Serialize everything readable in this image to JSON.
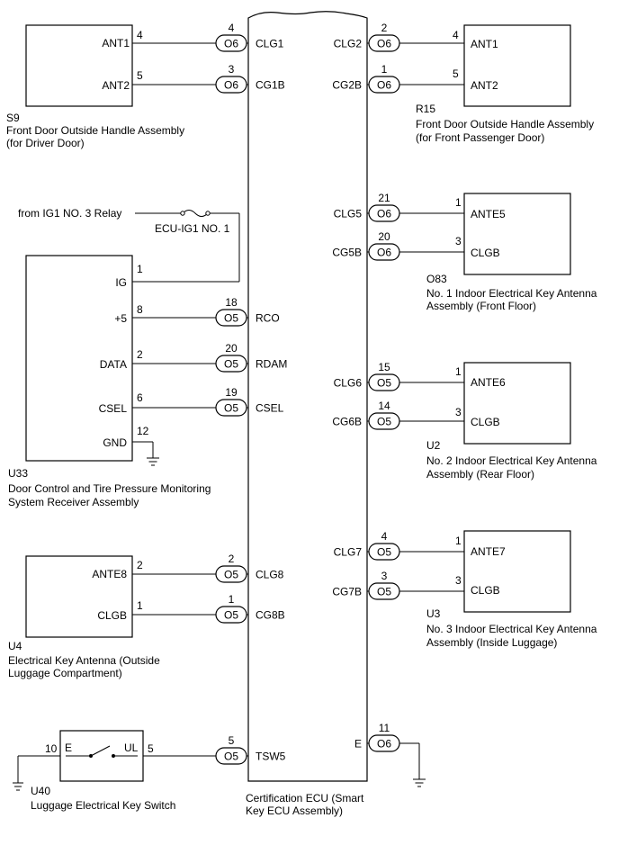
{
  "ecu": {
    "name_line1": "Certification ECU (Smart",
    "name_line2": "Key ECU Assembly)",
    "pins_left": [
      {
        "conn": "O6",
        "pin": "4",
        "label": "CLG1"
      },
      {
        "conn": "O6",
        "pin": "3",
        "label": "CG1B"
      },
      {
        "conn": "O5",
        "pin": "18",
        "label": "RCO"
      },
      {
        "conn": "O5",
        "pin": "20",
        "label": "RDAM"
      },
      {
        "conn": "O5",
        "pin": "19",
        "label": "CSEL"
      },
      {
        "conn": "O5",
        "pin": "2",
        "label": "CLG8"
      },
      {
        "conn": "O5",
        "pin": "1",
        "label": "CG8B"
      },
      {
        "conn": "O5",
        "pin": "5",
        "label": "TSW5"
      }
    ],
    "pins_right": [
      {
        "conn": "O6",
        "pin": "2",
        "label": "CLG2"
      },
      {
        "conn": "O6",
        "pin": "1",
        "label": "CG2B"
      },
      {
        "conn": "O6",
        "pin": "21",
        "label": "CLG5"
      },
      {
        "conn": "O6",
        "pin": "20",
        "label": "CG5B"
      },
      {
        "conn": "O5",
        "pin": "15",
        "label": "CLG6"
      },
      {
        "conn": "O5",
        "pin": "14",
        "label": "CG6B"
      },
      {
        "conn": "O5",
        "pin": "4",
        "label": "CLG7"
      },
      {
        "conn": "O5",
        "pin": "3",
        "label": "CG7B"
      },
      {
        "conn": "O6",
        "pin": "11",
        "label": "E"
      }
    ]
  },
  "s9": {
    "code": "S9",
    "desc_line1": "Front Door Outside Handle Assembly",
    "desc_line2": "(for Driver Door)",
    "pins": [
      {
        "label": "ANT1",
        "num": "4"
      },
      {
        "label": "ANT2",
        "num": "5"
      }
    ]
  },
  "r15": {
    "code": "R15",
    "desc_line1": "Front Door Outside Handle Assembly",
    "desc_line2": "(for Front Passenger Door)",
    "pins": [
      {
        "label": "ANT1",
        "num": "4"
      },
      {
        "label": "ANT2",
        "num": "5"
      }
    ]
  },
  "o83": {
    "code": "O83",
    "desc_line1": "No. 1 Indoor Electrical Key Antenna",
    "desc_line2": "Assembly (Front Floor)",
    "pins": [
      {
        "label": "ANTE5",
        "num": "1"
      },
      {
        "label": "CLGB",
        "num": "3"
      }
    ]
  },
  "u2": {
    "code": "U2",
    "desc_line1": "No. 2 Indoor Electrical Key Antenna",
    "desc_line2": "Assembly (Rear Floor)",
    "pins": [
      {
        "label": "ANTE6",
        "num": "1"
      },
      {
        "label": "CLGB",
        "num": "3"
      }
    ]
  },
  "u3": {
    "code": "U3",
    "desc_line1": "No. 3 Indoor Electrical Key Antenna",
    "desc_line2": "Assembly (Inside Luggage)",
    "pins": [
      {
        "label": "ANTE7",
        "num": "1"
      },
      {
        "label": "CLGB",
        "num": "3"
      }
    ]
  },
  "u33": {
    "code": "U33",
    "desc_line1": "Door Control and Tire Pressure Monitoring",
    "desc_line2": "System Receiver Assembly",
    "pins": [
      {
        "label": "IG",
        "num": "1"
      },
      {
        "label": "+5",
        "num": "8"
      },
      {
        "label": "DATA",
        "num": "2"
      },
      {
        "label": "CSEL",
        "num": "6"
      },
      {
        "label": "GND",
        "num": "12"
      }
    ]
  },
  "u4": {
    "code": "U4",
    "desc_line1": "Electrical Key Antenna (Outside",
    "desc_line2": "Luggage Compartment)",
    "pins": [
      {
        "label": "ANTE8",
        "num": "2"
      },
      {
        "label": "CLGB",
        "num": "1"
      }
    ]
  },
  "u40": {
    "code": "U40",
    "desc": "Luggage Electrical Key Switch",
    "left_num": "10",
    "left_label": "E",
    "right_label": "UL",
    "right_num": "5"
  },
  "relay": {
    "source": "from IG1 NO. 3 Relay",
    "fuse": "ECU-IG1 NO. 1"
  }
}
